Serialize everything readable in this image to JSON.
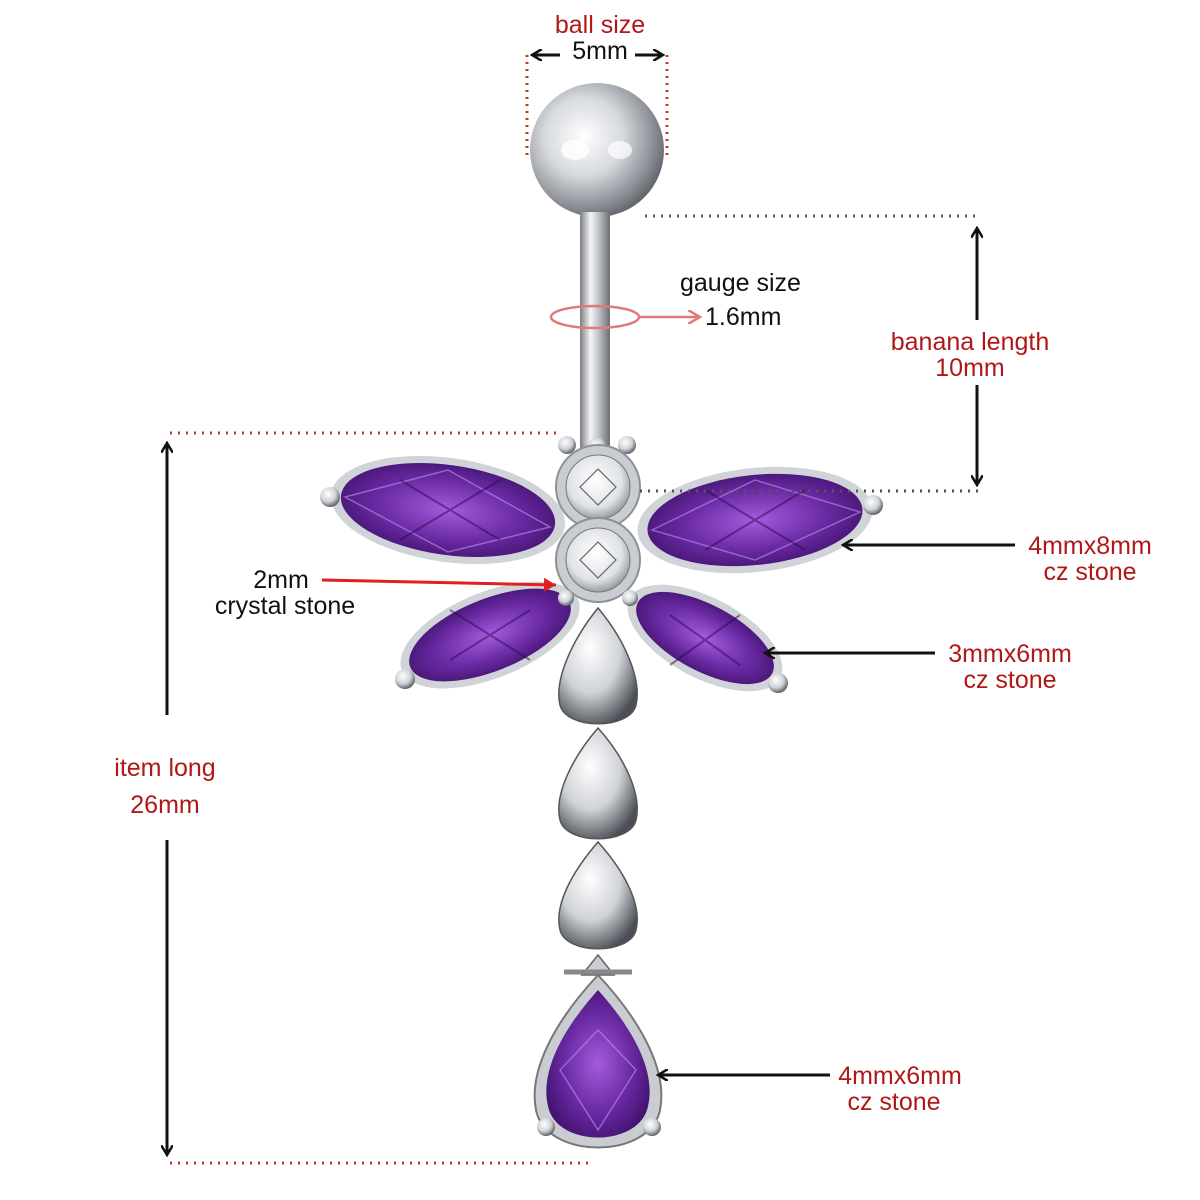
{
  "colors": {
    "label_red": "#b01818",
    "label_black": "#111111",
    "dotted_red": "#c0392b",
    "dotted_gray": "#555555",
    "arrow_red": "#e02020",
    "gem_purple": "#5a1c8c",
    "gem_light": "#9b4fd0",
    "metal": "#c9ccd1"
  },
  "labels": {
    "ball_size": {
      "line1": "ball size",
      "line2": "5mm"
    },
    "gauge_size": {
      "line1": "gauge size",
      "line2": "1.6mm"
    },
    "banana_length": {
      "line1": "banana length",
      "line2": "10mm"
    },
    "crystal_stone": {
      "line1": "2mm",
      "line2": "crystal stone"
    },
    "stone_large": {
      "line1": "4mmx8mm",
      "line2": "cz stone"
    },
    "stone_small": {
      "line1": "3mmx6mm",
      "line2": "cz stone"
    },
    "item_long": {
      "line1": "item long",
      "line2": "26mm"
    },
    "stone_drop": {
      "line1": "4mmx6mm",
      "line2": "cz stone"
    }
  }
}
